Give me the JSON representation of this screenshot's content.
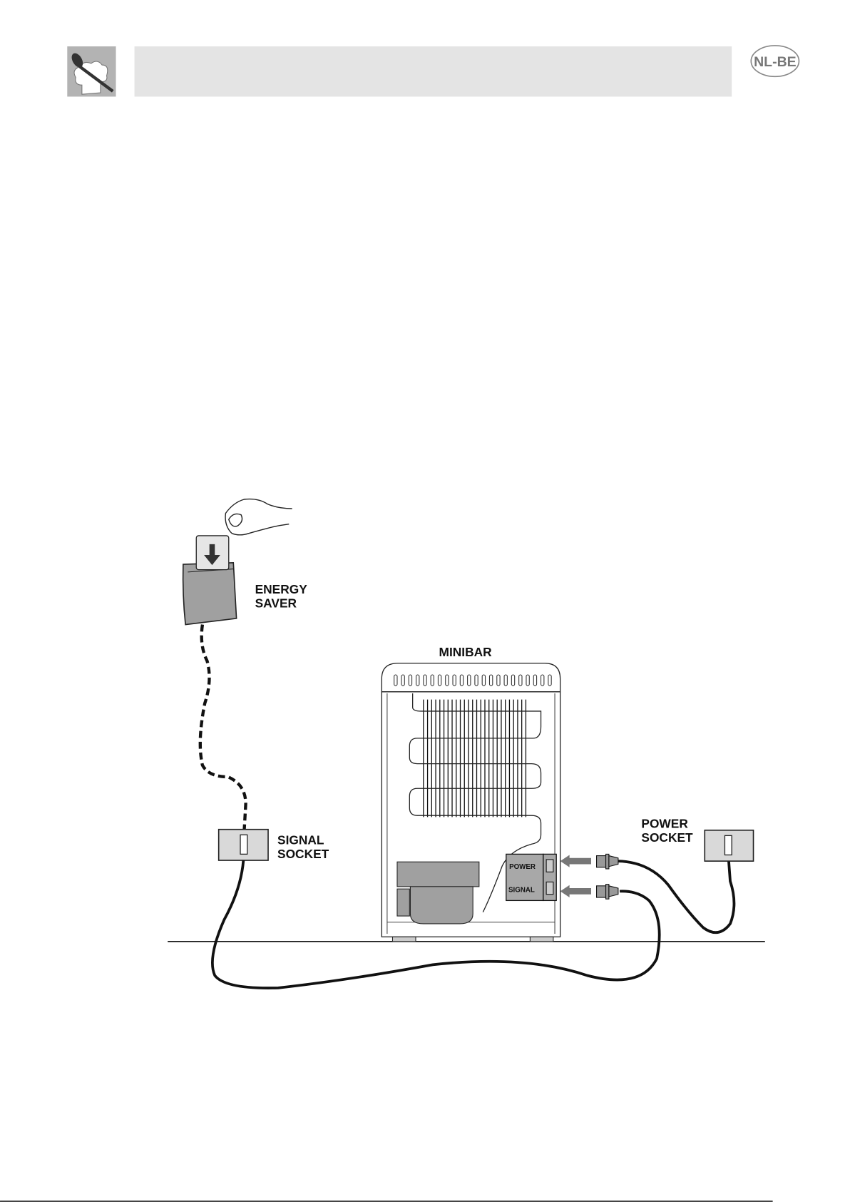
{
  "header": {
    "language_badge": "NL-BE",
    "logo_icon": "chef-hat-spoon-icon"
  },
  "diagram": {
    "energy_saver_label": [
      "ENERGY",
      "SAVER"
    ],
    "minibar_label": "MINIBAR",
    "signal_socket_label": [
      "SIGNAL",
      "SOCKET"
    ],
    "power_socket_label": [
      "POWER",
      "SOCKET"
    ],
    "panel_power_label": "POWER",
    "panel_signal_label": "SIGNAL"
  },
  "colors": {
    "header_bar": "#e4e4e4",
    "logo_bg": "#b3b3b3",
    "device_gray": "#a0a0a0",
    "socket_gray": "#d9d9d9"
  }
}
